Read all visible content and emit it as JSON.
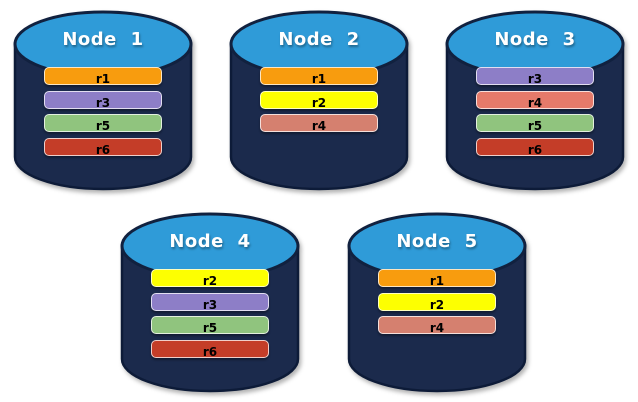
{
  "page": {
    "background": "#ffffff"
  },
  "colors": {
    "cylinder_body": "#1b2a4c",
    "cylinder_top": "#2f9bd8",
    "cylinder_outline": "#0d1b38",
    "replica_r1": "#f89c0e",
    "replica_r2": "#fdff01",
    "replica_r3": "#8d7ec7",
    "replica_r4": "#d9806f",
    "replica_r5": "#90c47e",
    "replica_r6": "#c43d28"
  },
  "nodes": [
    {
      "title": "Node 1",
      "replicas": [
        {
          "label": "r1",
          "color": "#f89c0e"
        },
        {
          "label": "r3",
          "color": "#8d7ec7"
        },
        {
          "label": "r5",
          "color": "#90c47e"
        },
        {
          "label": "r6",
          "color": "#c43d28"
        }
      ]
    },
    {
      "title": "Node 2",
      "replicas": [
        {
          "label": "r1",
          "color": "#f89c0e"
        },
        {
          "label": "r2",
          "color": "#fdff01"
        },
        {
          "label": "r4",
          "color": "#d5806f"
        }
      ]
    },
    {
      "title": "Node 3",
      "replicas": [
        {
          "label": "r3",
          "color": "#8d7ec7"
        },
        {
          "label": "r4",
          "color": "#e57a6a"
        },
        {
          "label": "r5",
          "color": "#90c47e"
        },
        {
          "label": "r6",
          "color": "#c43d28"
        }
      ]
    },
    {
      "title": "Node 4",
      "replicas": [
        {
          "label": "r2",
          "color": "#fdff01"
        },
        {
          "label": "r3",
          "color": "#8d7ec7"
        },
        {
          "label": "r5",
          "color": "#90c47e"
        },
        {
          "label": "r6",
          "color": "#c43d28"
        }
      ]
    },
    {
      "title": "Node 5",
      "replicas": [
        {
          "label": "r1",
          "color": "#f89c0e"
        },
        {
          "label": "r2",
          "color": "#fdff01"
        },
        {
          "label": "r4",
          "color": "#d5806f"
        }
      ]
    }
  ]
}
